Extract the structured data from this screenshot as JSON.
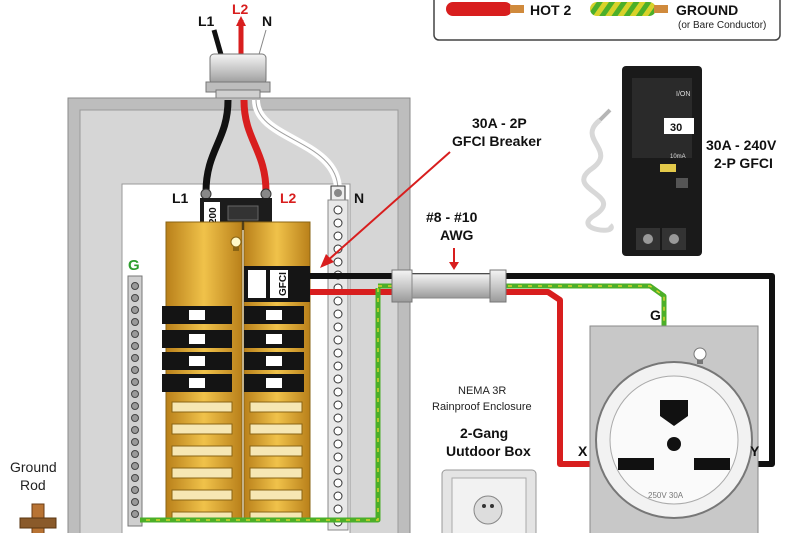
{
  "legend": {
    "hot2": "HOT 2",
    "ground": "GROUND",
    "ground_sub": "(or Bare Conductor)"
  },
  "service": {
    "l1": "L1",
    "l2": "L2",
    "n": "N"
  },
  "panel": {
    "l1": "L1",
    "l2": "L2",
    "n": "N",
    "g": "G",
    "main_rating": "200",
    "gfci_text": "GFCI",
    "gfci_rating": "30"
  },
  "callouts": {
    "breaker_line1": "30A - 2P",
    "breaker_line2": "GFCI Breaker",
    "awg_line1": "#8 - #10",
    "awg_line2": "AWG"
  },
  "product": {
    "line1": "30A - 240V",
    "line2": "2-P GFCI",
    "face_label": "I/ON",
    "face_rating": "30",
    "face_small": "10mA"
  },
  "enclosure": {
    "line1": "NEMA 3R",
    "line2": "Rainproof Enclosure",
    "line3": "2-Gang",
    "line4": "Uutdoor Box"
  },
  "receptacle": {
    "g": "G",
    "x": "X",
    "y": "Y",
    "rating": "250V 30A"
  },
  "ground_rod": {
    "line1": "Ground",
    "line2": "Rod"
  },
  "colors": {
    "hot1": "#111111",
    "hot2": "#d81e1e",
    "neutral": "#ffffff",
    "ground_green": "#4caf29",
    "ground_yellow": "#d8d22a",
    "busbar": "#d9a32a"
  }
}
